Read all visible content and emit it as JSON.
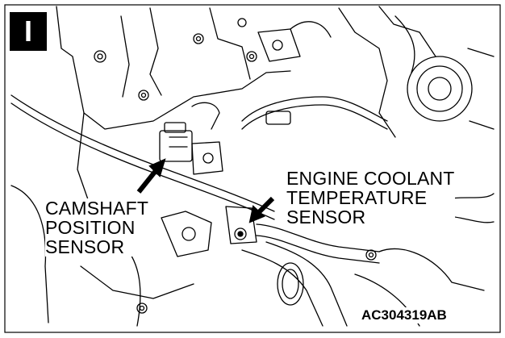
{
  "figure": {
    "step_badge": "I",
    "figure_code": "AC304319AB",
    "callouts": {
      "camshaft_position_sensor": "CAMSHAFT\nPOSITION\nSENSOR",
      "engine_coolant_temperature_sensor": "ENGINE COOLANT\nTEMPERATURE\nSENSOR"
    }
  }
}
